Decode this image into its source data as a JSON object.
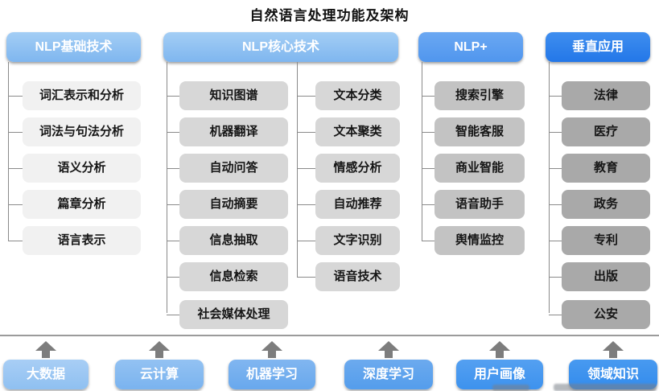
{
  "title": "自然语言处理功能及架构",
  "columns": [
    {
      "header": "NLP基础技术",
      "items": [
        "词汇表示和分析",
        "词法与句法分析",
        "语义分析",
        "篇章分析",
        "语言表示"
      ]
    },
    {
      "header": "NLP核心技术",
      "left": [
        "知识图谱",
        "机器翻译",
        "自动问答",
        "自动摘要",
        "信息抽取",
        "信息检索",
        "社会媒体处理"
      ],
      "right": [
        "文本分类",
        "文本聚类",
        "情感分析",
        "自动推荐",
        "文字识别",
        "语音技术"
      ]
    },
    {
      "header": "NLP+",
      "items": [
        "搜索引擎",
        "智能客服",
        "商业智能",
        "语音助手",
        "舆情监控"
      ]
    },
    {
      "header": "垂直应用",
      "items": [
        "法律",
        "医疗",
        "教育",
        "政务",
        "专利",
        "出版",
        "公安"
      ]
    }
  ],
  "foundation": {
    "items": [
      "大数据",
      "云计算",
      "机器学习",
      "深度学习",
      "用户画像",
      "领域知识"
    ]
  },
  "colors": {
    "header_light_blue": "#8fc0f2",
    "header_mid_blue": "#5e9ff0",
    "header_deep_blue": "#2e7fe9",
    "tier1_box_gray": "#f1f1f1",
    "tier2_box_gray": "#d7d7d7",
    "tier3_box_gray": "#c3c3c3",
    "tier4_box_gray": "#a9a9a9",
    "foundation_blue_lightest": "#9cc8f3",
    "foundation_blue_darkest": "#3b92ef",
    "connector_gray": "#8a8a8a",
    "arrow_gray": "#7d7d7d"
  }
}
